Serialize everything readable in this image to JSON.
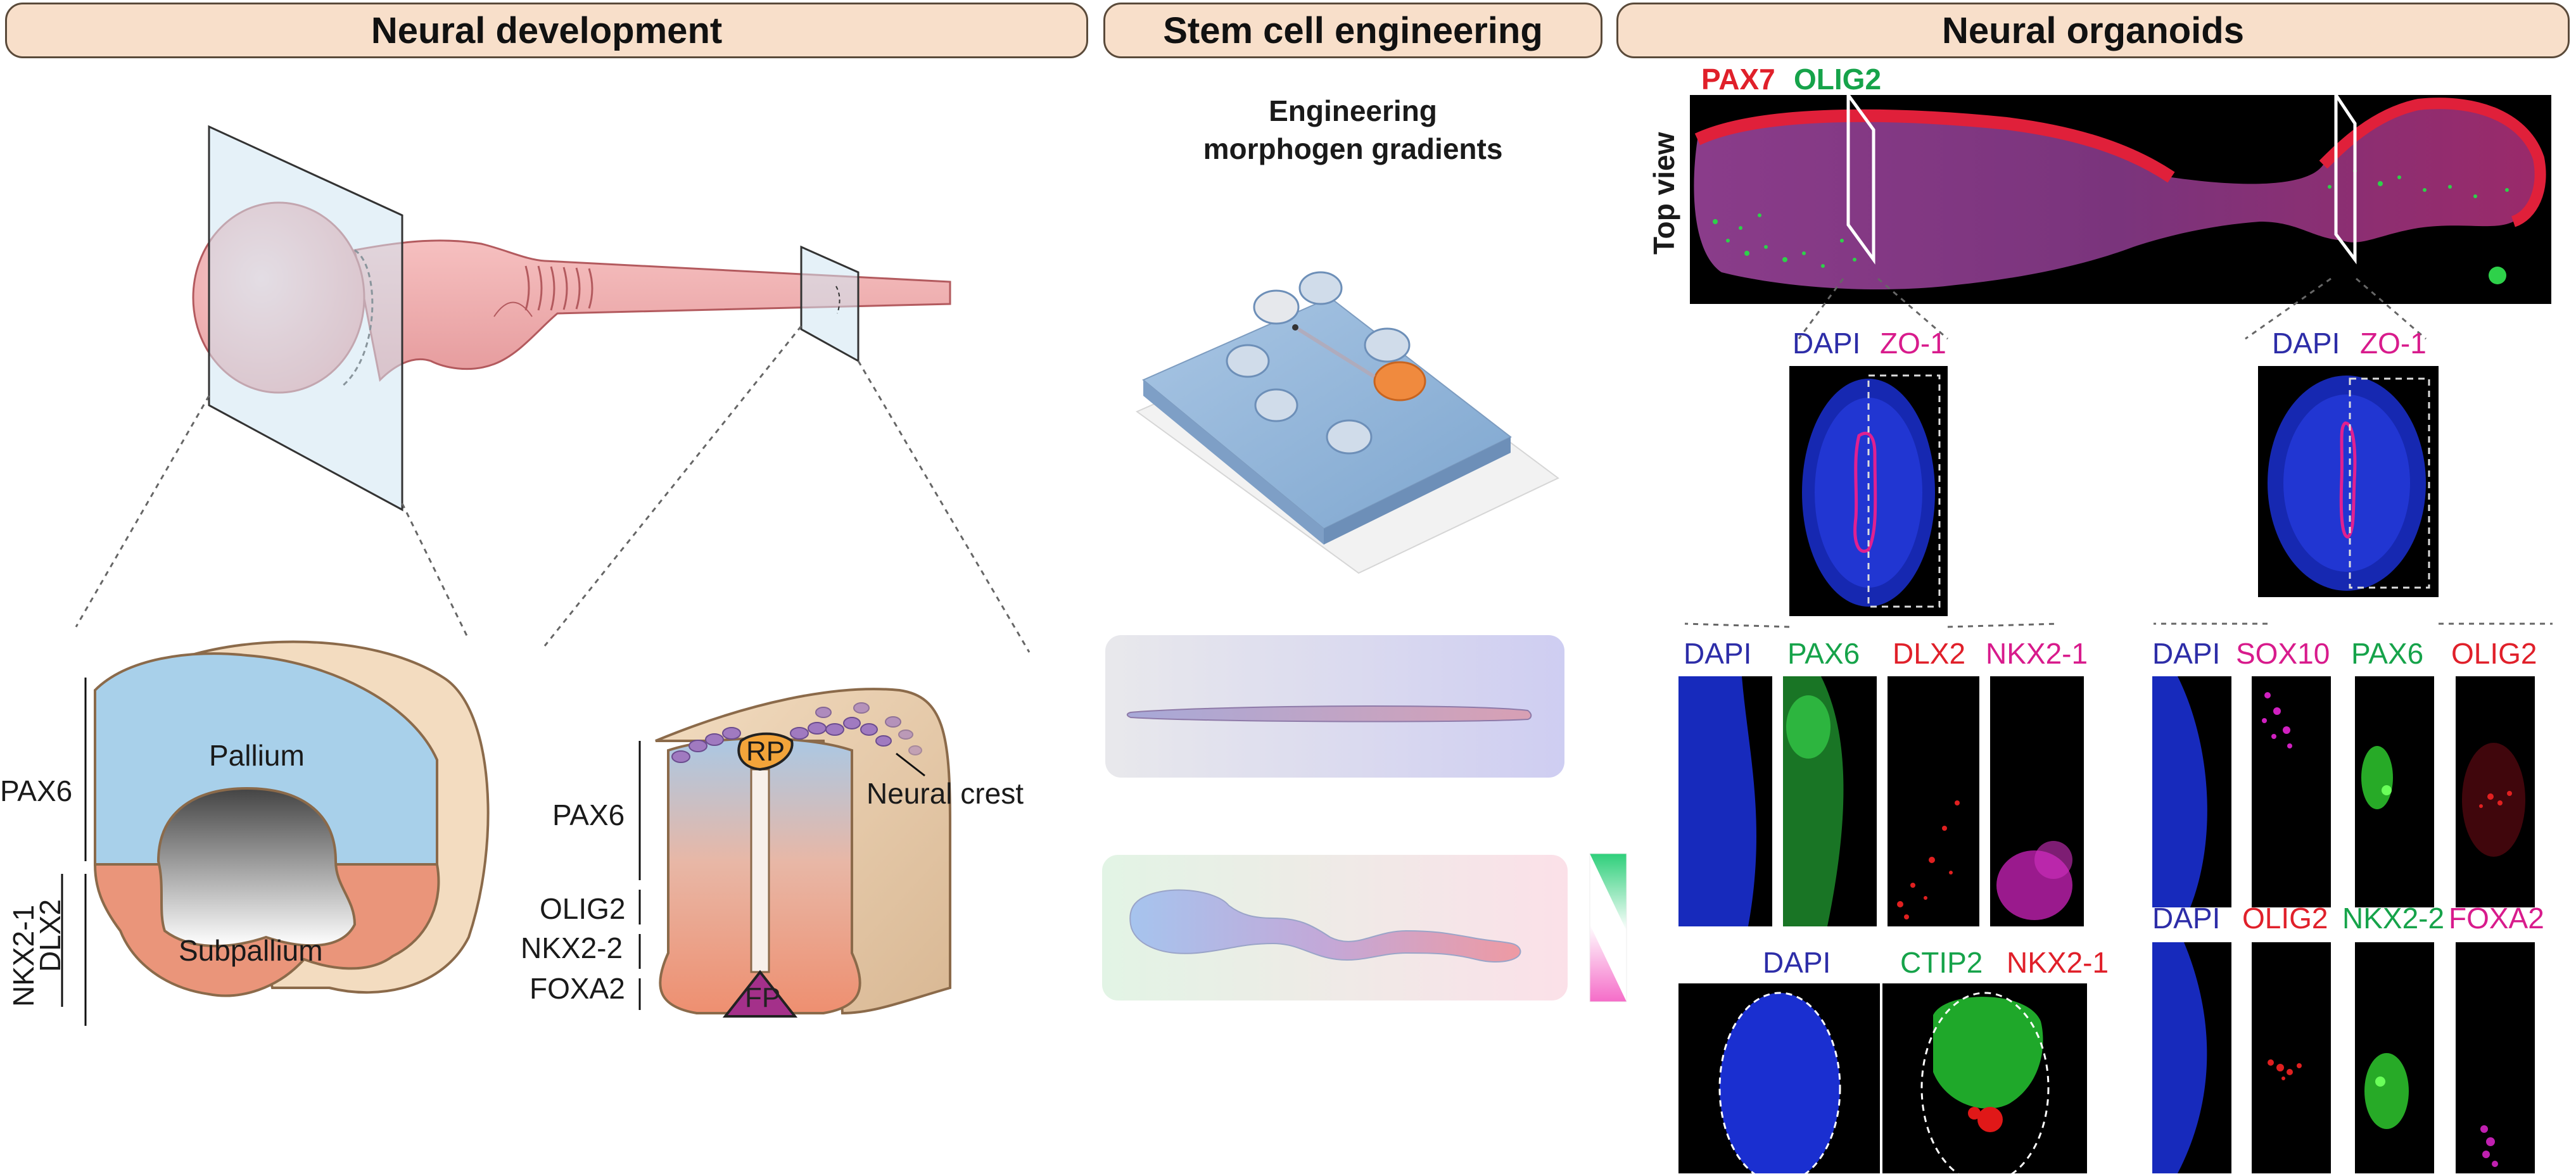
{
  "headers": {
    "neural_development": "Neural development",
    "stem_cell_engineering": "Stem cell engineering",
    "neural_organoids": "Neural organoids"
  },
  "brain_section": {
    "regions": [
      "Pallium",
      "Subpallium"
    ],
    "markers": [
      "PAX6",
      "NKX2-1",
      "DLX2"
    ]
  },
  "spinal_section": {
    "rp": "RP",
    "fp": "FP",
    "neural_crest": "Neural crest",
    "markers": [
      "PAX6",
      "OLIG2",
      "NKX2-2",
      "FOXA2"
    ]
  },
  "engineering": {
    "title_line1": "Engineering",
    "title_line2": "morphogen gradients"
  },
  "organoids": {
    "top_view": "Top view",
    "top_markers": [
      "PAX7",
      "OLIG2"
    ],
    "left_zo": [
      "DAPI",
      "ZO-1"
    ],
    "right_zo": [
      "DAPI",
      "ZO-1"
    ],
    "left_row1": [
      "DAPI",
      "PAX6",
      "DLX2",
      "NKX2-1"
    ],
    "left_row2": [
      "DAPI",
      "CTIP2",
      "NKX2-1"
    ],
    "right_row1": [
      "DAPI",
      "SOX10",
      "PAX6",
      "OLIG2"
    ],
    "right_row2": [
      "DAPI",
      "OLIG2",
      "NKX2-2",
      "FOXA2"
    ]
  },
  "colors": {
    "dapi": "#2d2da8",
    "green": "#16a34a",
    "red": "#e0202a",
    "magenta": "#d81b8c",
    "banner_fill": "#f8dfca"
  }
}
